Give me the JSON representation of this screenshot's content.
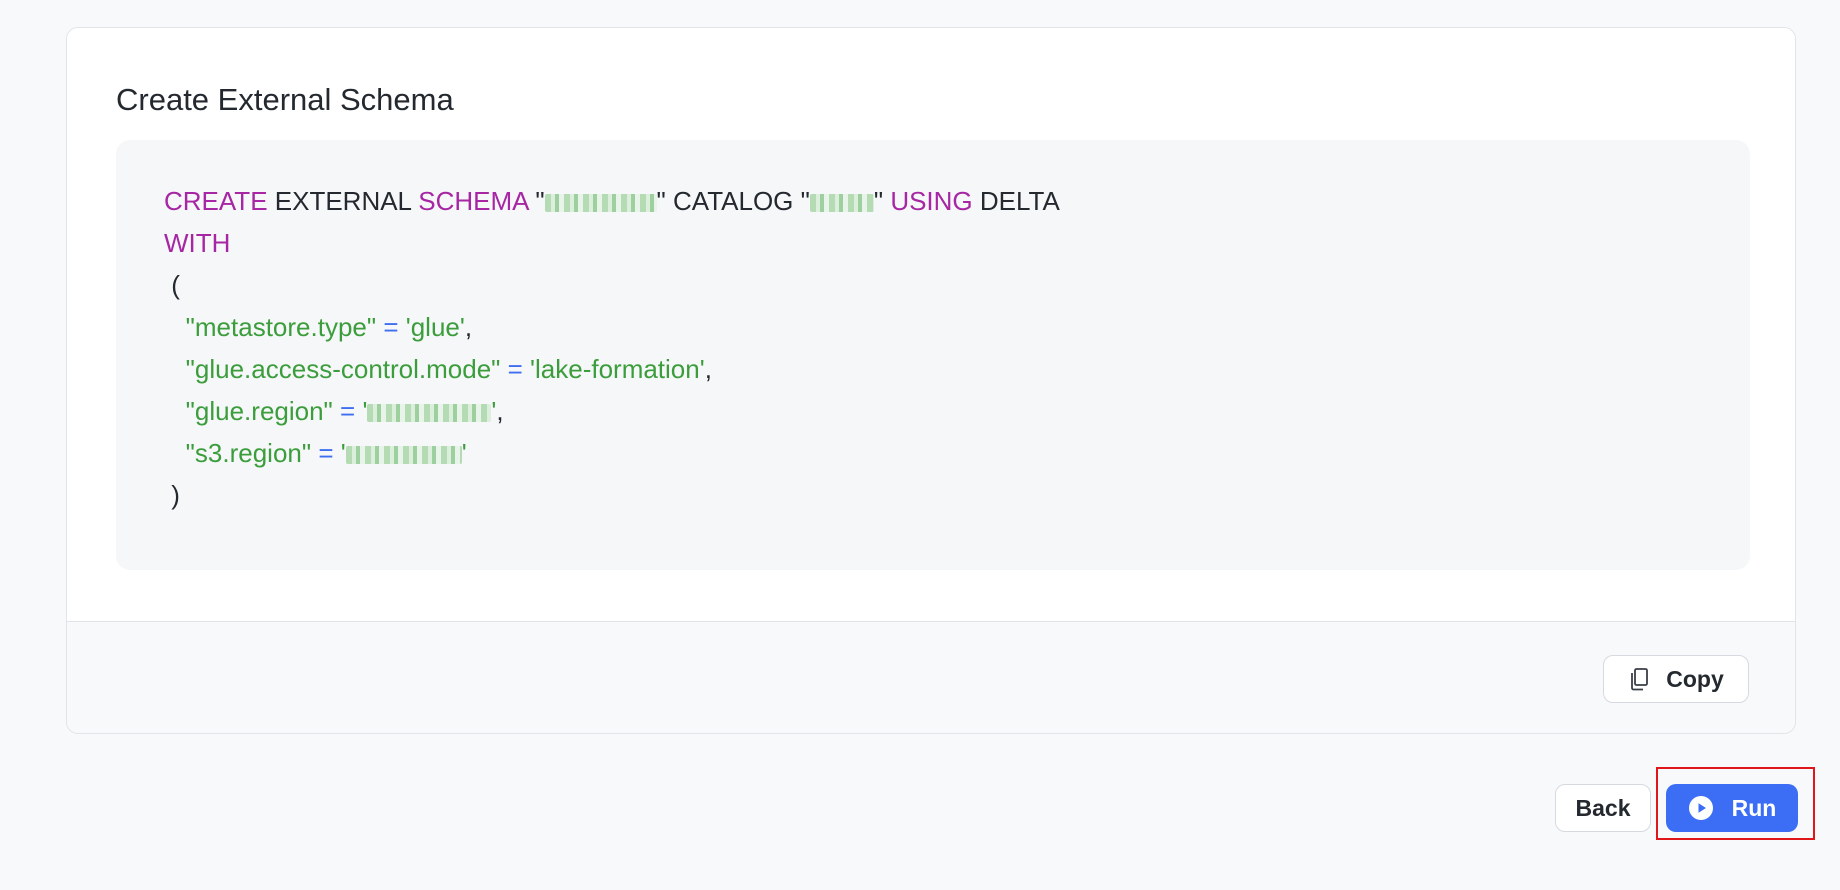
{
  "card": {
    "title": "Create External Schema",
    "code": {
      "line1": {
        "create": "CREATE",
        "external": " EXTERNAL ",
        "schema": "SCHEMA",
        "q_open_1": " \"",
        "q_close_1": "\"",
        "catalog": " CATALOG \"",
        "q_close_2": "\" ",
        "using": "USING",
        "delta": " DELTA"
      },
      "line2": {
        "with": "WITH"
      },
      "line3": {
        "open_paren": " ("
      },
      "line4": {
        "key": "   \"metastore.type\"",
        "eq": " = ",
        "value": "'glue'",
        "comma": ","
      },
      "line5": {
        "key": "   \"glue.access-control.mode\"",
        "eq": " = ",
        "value": "'lake-formation'",
        "comma": ","
      },
      "line6": {
        "key": "   \"glue.region\"",
        "eq": " = ",
        "value_open": "'",
        "value_close": "'",
        "comma": ","
      },
      "line7": {
        "key": "   \"s3.region\"",
        "eq": " = ",
        "value_open": "'",
        "value_close": "'"
      },
      "line8": {
        "close_paren": " )"
      }
    },
    "footer": {
      "copy_label": "Copy"
    }
  },
  "actions": {
    "back_label": "Back",
    "run_label": "Run"
  },
  "colors": {
    "keyword": "#a626a4",
    "string": "#3b9d3b",
    "operator": "#3f6ff0",
    "primary": "#3b6ef5",
    "highlight": "#e0161b"
  },
  "icons": {
    "copy": "copy-icon",
    "run": "play-circle-icon"
  }
}
